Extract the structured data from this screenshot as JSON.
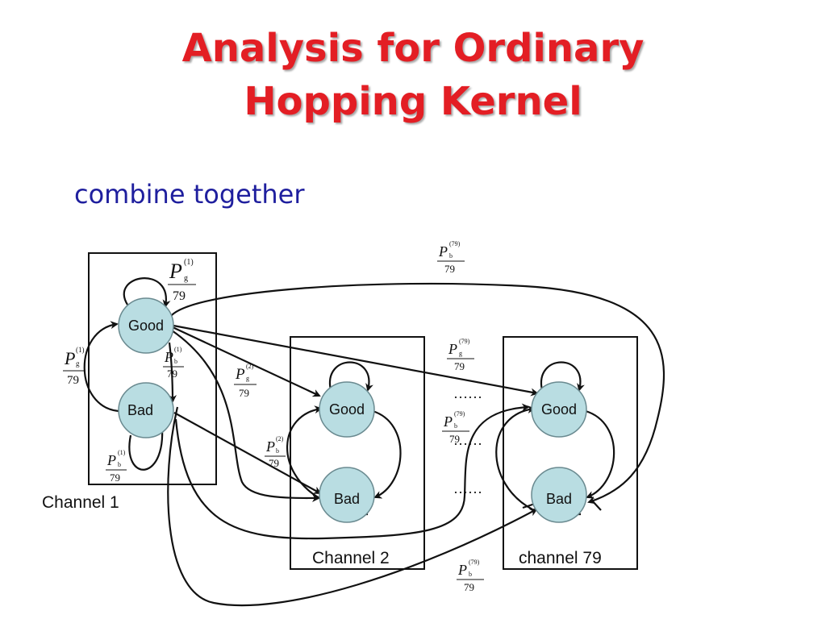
{
  "title": {
    "line1": "Analysis for Ordinary",
    "line2": "Hopping Kernel"
  },
  "subtitle": "combine together",
  "states": {
    "good": "Good",
    "bad": "Bad"
  },
  "channels": {
    "ch1": "Channel 1",
    "ch2": "Channel 2",
    "ch79": "channel 79"
  },
  "probabilities": {
    "symbol": "P",
    "denominator": "79",
    "sub_good": "g",
    "sub_bad": "b",
    "sup_1": "(1)",
    "sup_2": "(2)",
    "sup_79": "(79)"
  },
  "ellipsis": "……",
  "colors": {
    "title": "#e31e24",
    "subtitle": "#1f1f9e",
    "node_fill": "#b9dde2",
    "node_stroke": "#6a8a90"
  }
}
